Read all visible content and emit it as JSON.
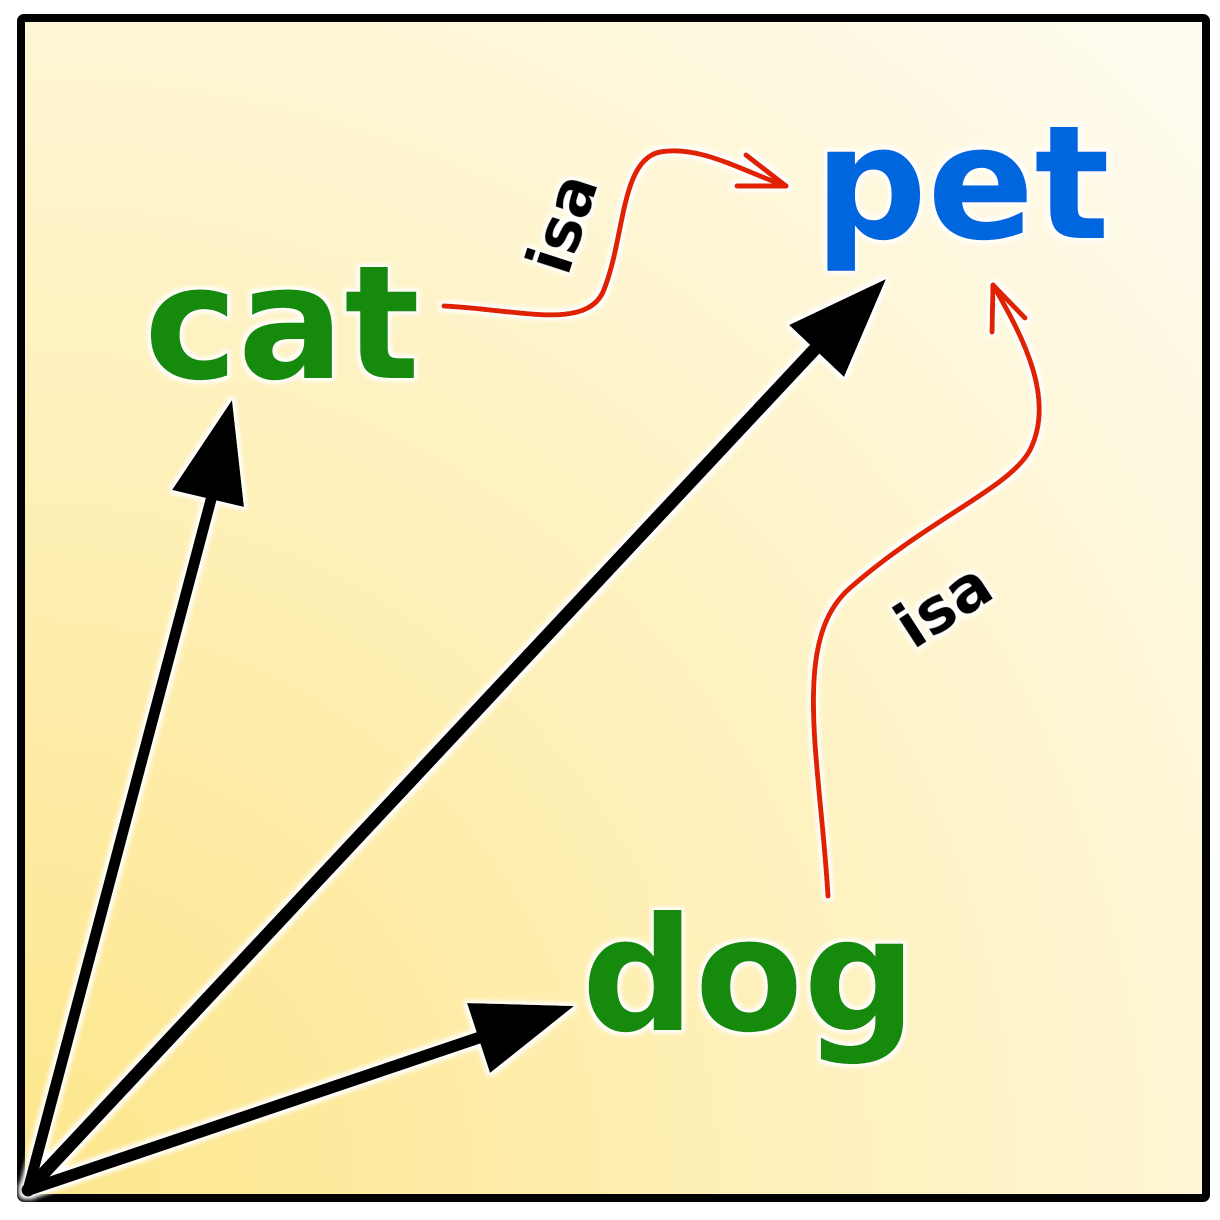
{
  "words": {
    "cat": "cat",
    "dog": "dog",
    "pet": "pet"
  },
  "relation_labels": {
    "cat_to_pet": "isa",
    "dog_to_pet": "isa"
  },
  "colors": {
    "instance_word": "#138a0b",
    "category_word": "#0066dd",
    "relation_arrow": "#e02000",
    "vector_arrow": "#000000",
    "background_top": "#fffdf6",
    "background_bottom": "#fde68a",
    "frame": "#000000"
  }
}
